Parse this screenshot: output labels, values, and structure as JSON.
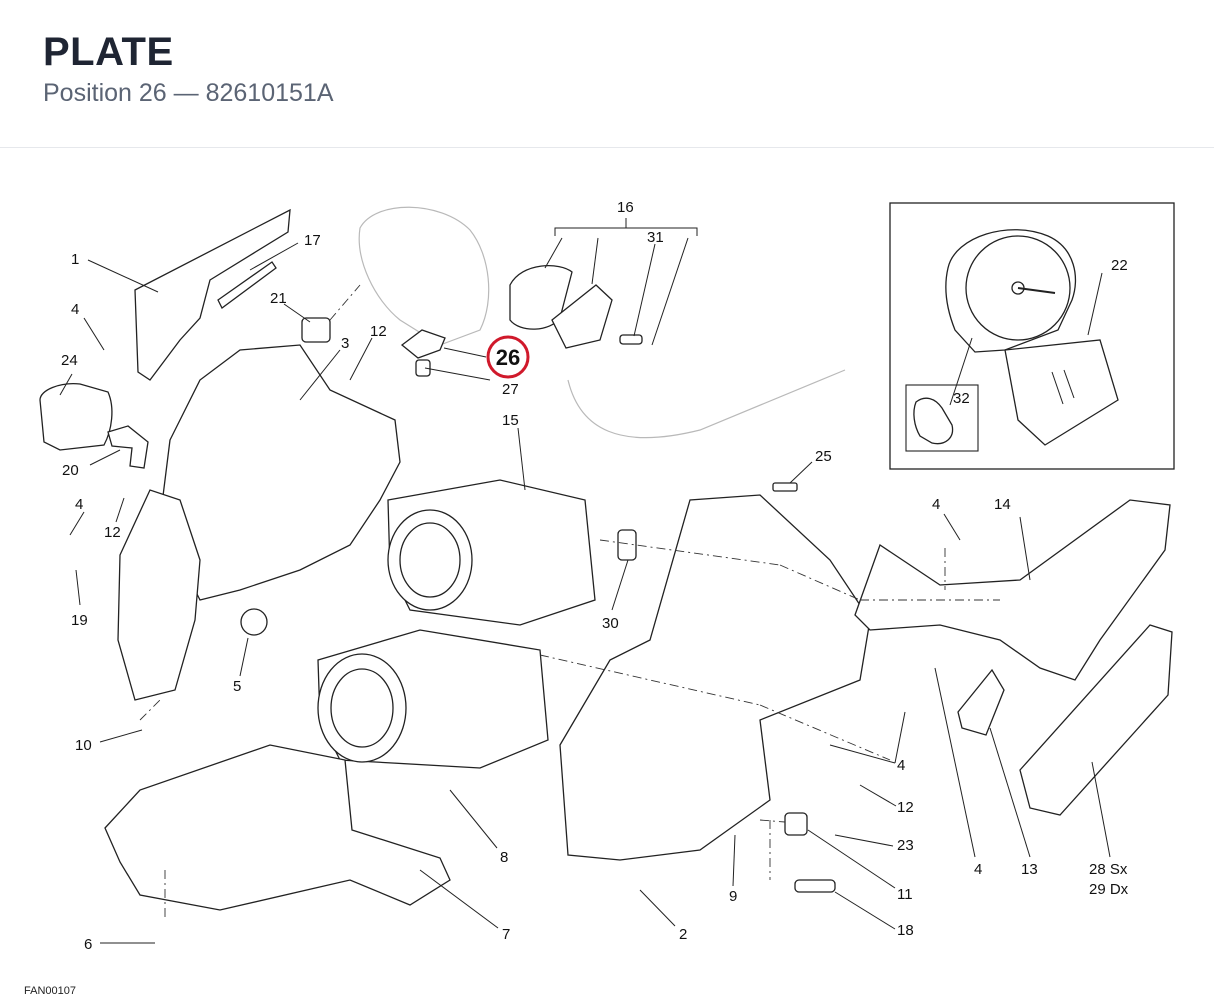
{
  "header": {
    "title": "PLATE",
    "subtitle": "Position 26 — 82610151A"
  },
  "highlight": {
    "label": "26",
    "color": "#d0192b"
  },
  "callouts": {
    "c1": "1",
    "c2": "2",
    "c3": "3",
    "c4a": "4",
    "c4b": "4",
    "c4c": "4",
    "c4d": "4",
    "c4e": "4",
    "c5": "5",
    "c6": "6",
    "c7": "7",
    "c8": "8",
    "c9": "9",
    "c10": "10",
    "c11": "11",
    "c12a": "12",
    "c12b": "12",
    "c12c": "12",
    "c13": "13",
    "c14": "14",
    "c15": "15",
    "c16": "16",
    "c17": "17",
    "c18": "18",
    "c19": "19",
    "c20": "20",
    "c21": "21",
    "c22": "22",
    "c23": "23",
    "c24": "24",
    "c25": "25",
    "c27": "27",
    "c28": "28 Sx",
    "c29": "29 Dx",
    "c30": "30",
    "c31": "31",
    "c32": "32"
  },
  "footer": {
    "code": "FAN00107"
  }
}
